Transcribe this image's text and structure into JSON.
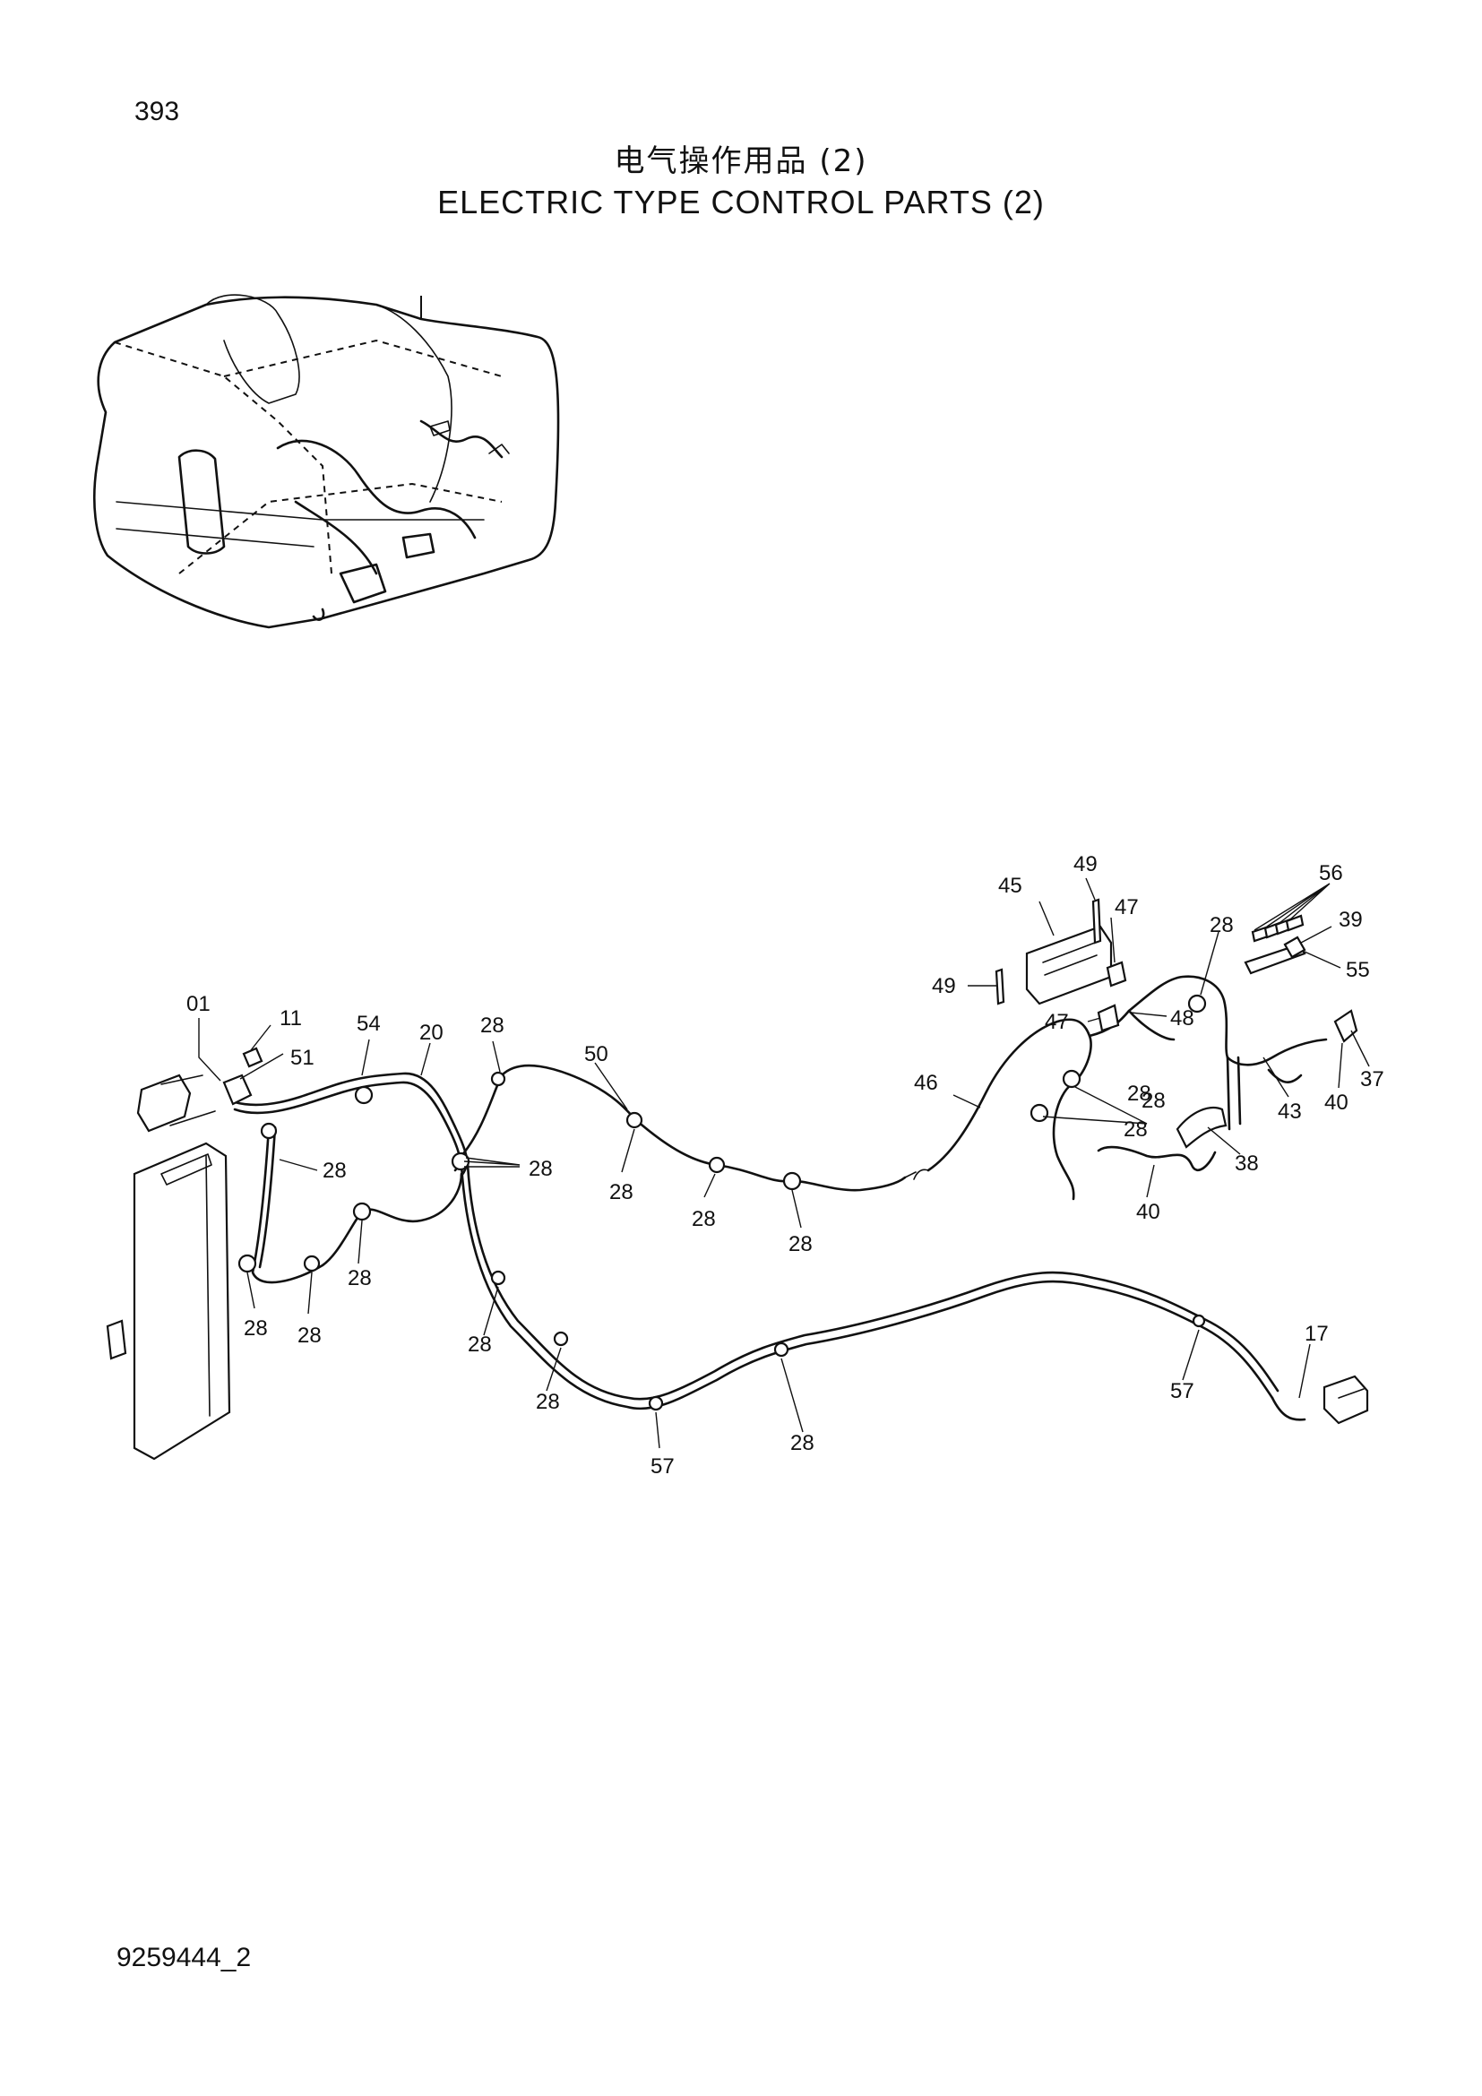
{
  "page": {
    "number": "393",
    "code": "9259444_2"
  },
  "title": {
    "cn": "电气操作用品 (2)",
    "en": "ELECTRIC TYPE CONTROL PARTS (2)"
  },
  "callouts": [
    "01",
    "11",
    "51",
    "54",
    "20",
    "28",
    "28",
    "28",
    "28",
    "50",
    "28",
    "28",
    "28",
    "28",
    "28",
    "28",
    "28",
    "28",
    "28",
    "57",
    "28",
    "57",
    "17",
    "46",
    "45",
    "49",
    "49",
    "47",
    "47",
    "28",
    "48",
    "28",
    "56",
    "39",
    "55",
    "37",
    "40",
    "43",
    "38",
    "40"
  ]
}
